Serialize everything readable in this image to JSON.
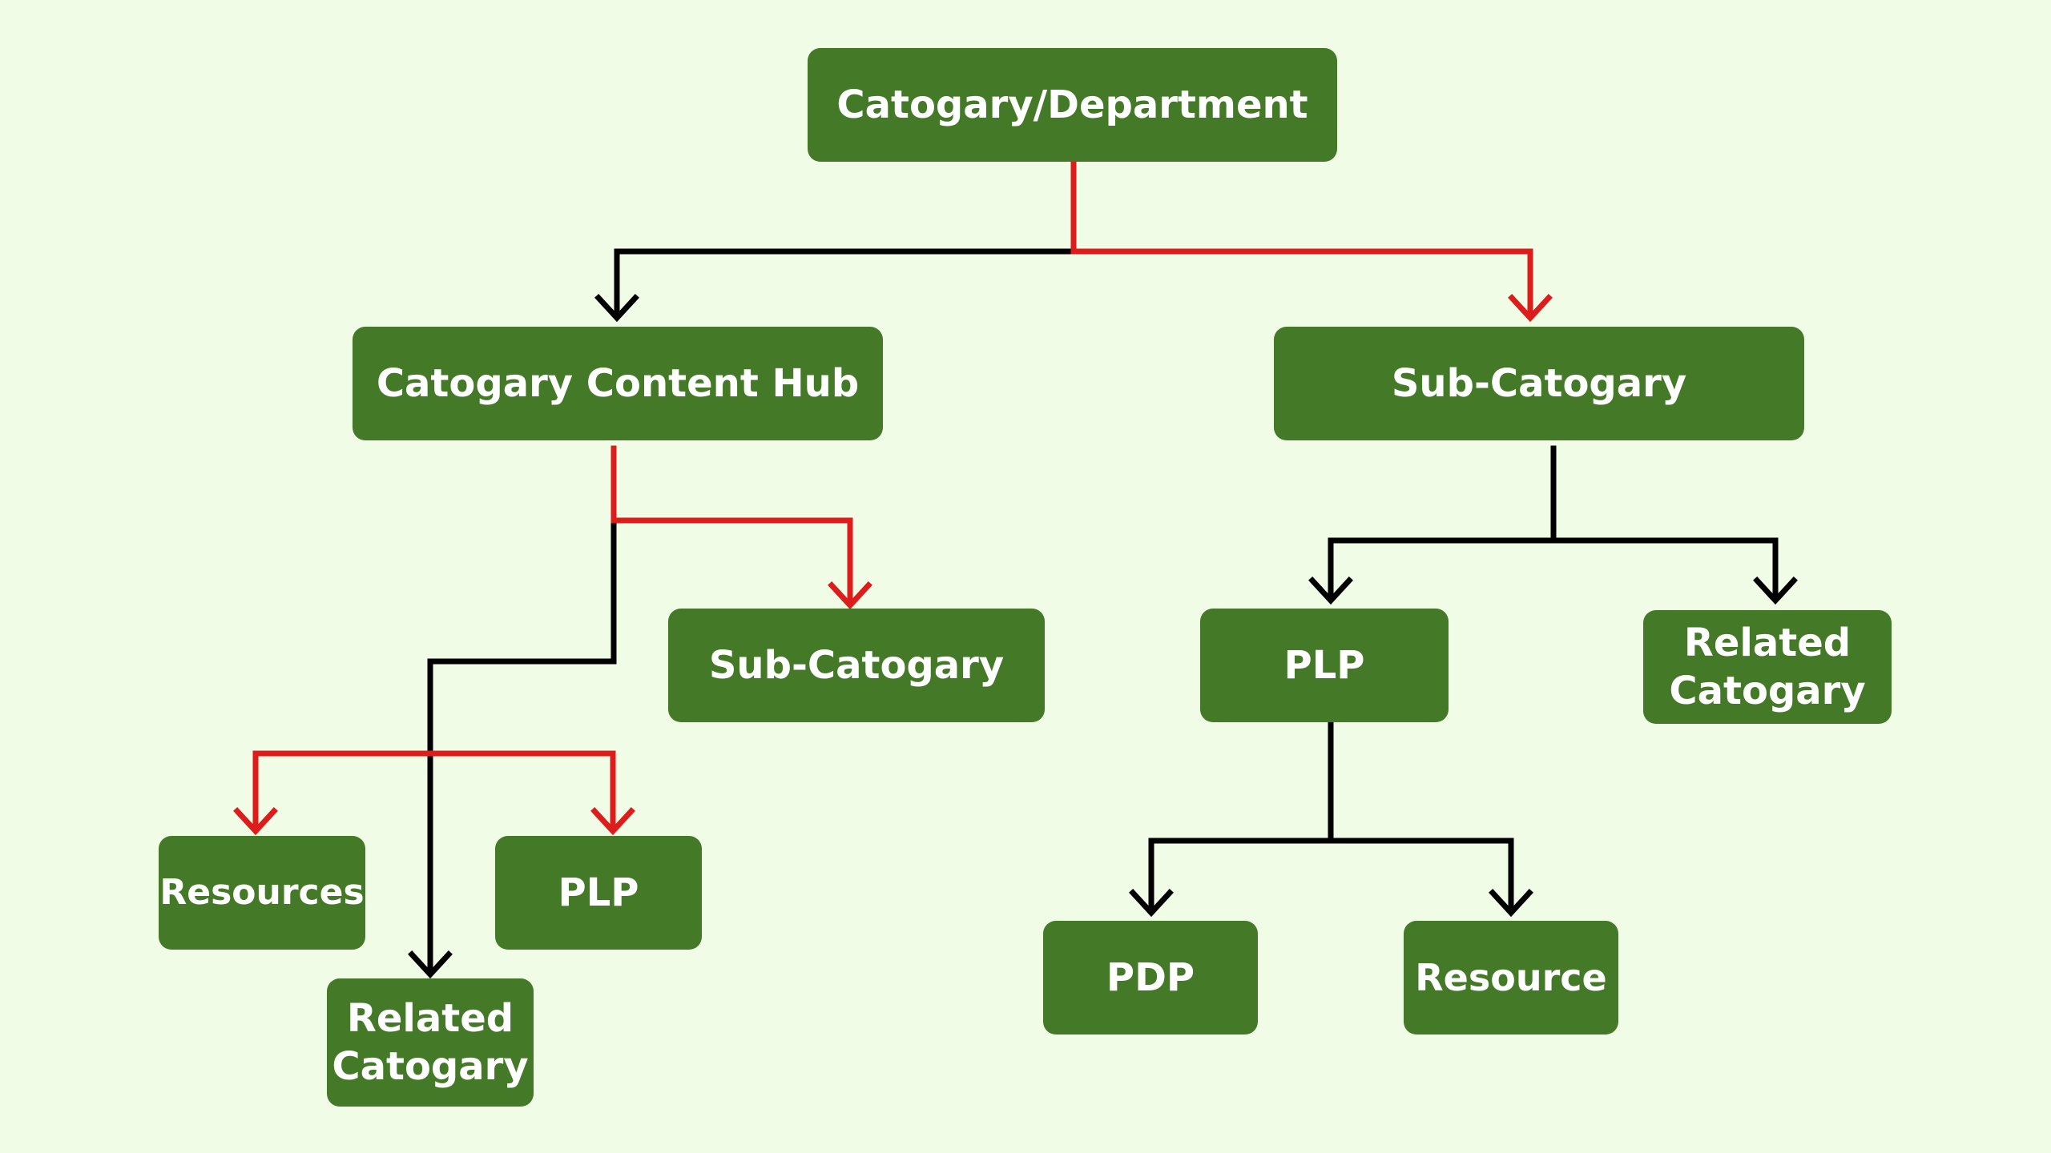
{
  "diagram": {
    "colors": {
      "background": "#f0fce6",
      "node_fill": "#447a27",
      "node_text": "#ffffff",
      "connector_black": "#000000",
      "connector_red": "#dd1c1c"
    },
    "nodes": {
      "root": "Catogary/Department",
      "content_hub": "Catogary Content Hub",
      "sub_category_right": "Sub-Catogary",
      "sub_category_hub": "Sub-Catogary",
      "plp_right": "PLP",
      "related_category_right": "Related\nCatogary",
      "resources_left": "Resources",
      "plp_left": "PLP",
      "related_category_left": "Related\nCatogary",
      "pdp": "PDP",
      "resource_right": "Resource"
    },
    "edges": [
      {
        "from": "root",
        "to": "content_hub",
        "color": "black"
      },
      {
        "from": "root",
        "to": "sub_category_right",
        "color": "red"
      },
      {
        "from": "content_hub",
        "to": "sub_category_hub",
        "color": "red"
      },
      {
        "from": "content_hub",
        "to": "related_category_left",
        "color": "black"
      },
      {
        "from": "content_hub",
        "to": "resources_left",
        "color": "red"
      },
      {
        "from": "content_hub",
        "to": "plp_left",
        "color": "red"
      },
      {
        "from": "sub_category_right",
        "to": "plp_right",
        "color": "black"
      },
      {
        "from": "sub_category_right",
        "to": "related_category_right",
        "color": "black"
      },
      {
        "from": "plp_right",
        "to": "pdp",
        "color": "black"
      },
      {
        "from": "plp_right",
        "to": "resource_right",
        "color": "black"
      }
    ]
  }
}
